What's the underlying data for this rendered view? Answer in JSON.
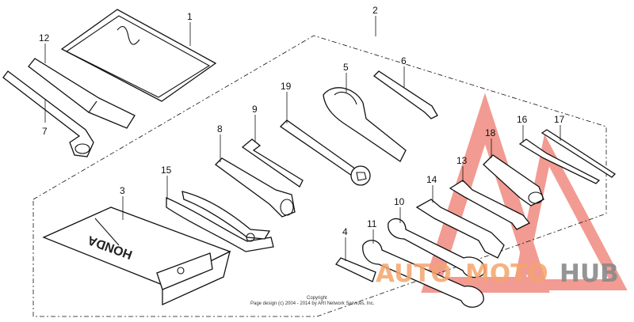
{
  "callouts": {
    "c1": "1",
    "c2": "2",
    "c3": "3",
    "c4": "4",
    "c5": "5",
    "c6": "6",
    "c7": "7",
    "c8": "8",
    "c9": "9",
    "c10": "10",
    "c11": "11",
    "c12": "12",
    "c13": "13",
    "c14": "14",
    "c15": "15",
    "c16": "16",
    "c17": "17",
    "c18": "18",
    "c19": "19"
  },
  "bag_logo": "HONDA",
  "copyright": {
    "line1": "Copyright",
    "line2": "Page design (c) 2004 - 2014 by ARI Network Services, Inc."
  },
  "watermark": {
    "part1": "AUTO",
    "part2": "MOTO",
    "part3": "HUB",
    "colors": {
      "triangle": "#e84a3a",
      "orange": "#f4a56c",
      "gray": "#8a8a8a"
    }
  }
}
